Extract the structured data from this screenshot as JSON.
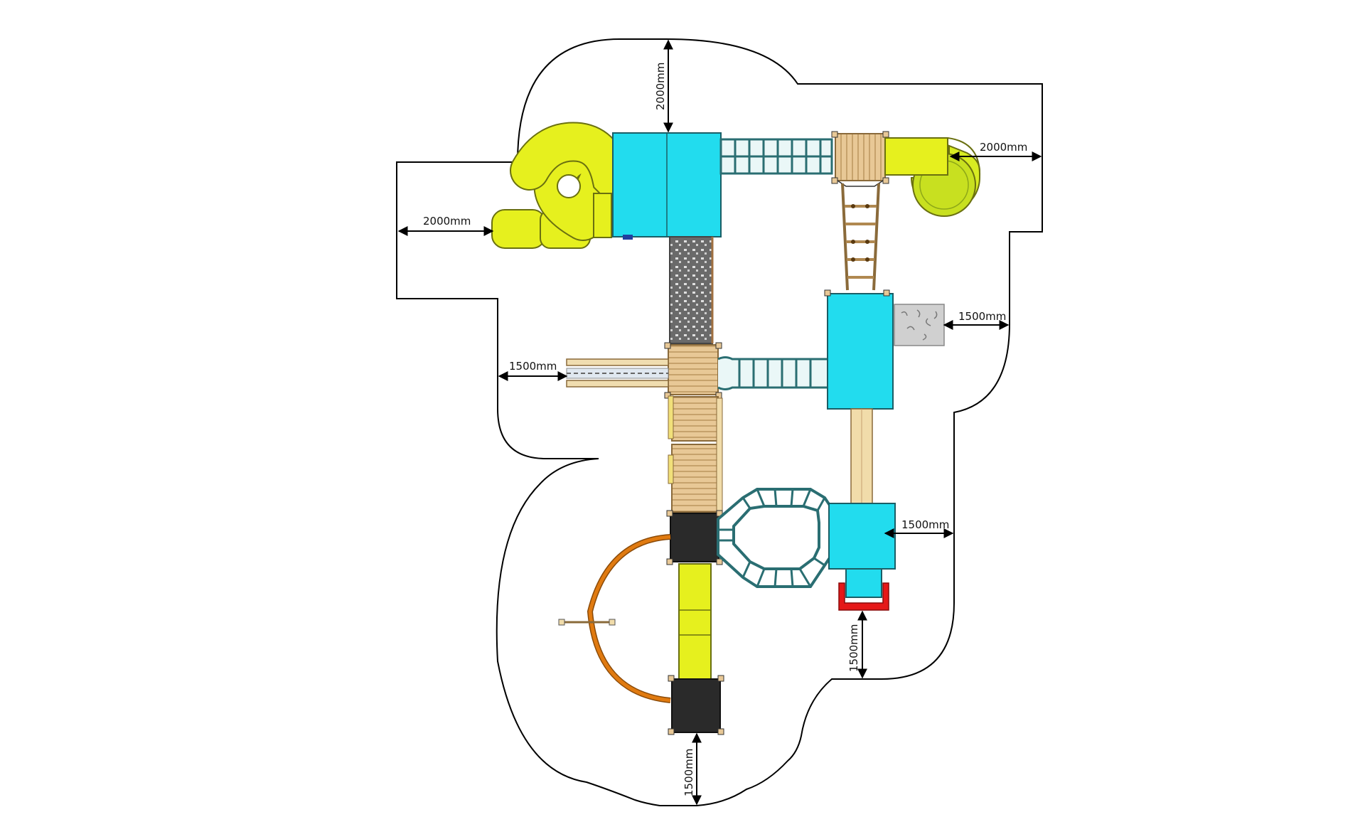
{
  "colors": {
    "outline": "#000000",
    "cyan": "#22dcee",
    "yellow": "#e6f01e",
    "yellow_slide": "#d8ec22",
    "wood": "#e8c896",
    "wood_dark": "#b08850",
    "net": "#2a6e72",
    "dark": "#2a2a2a",
    "orange": "#e07a10",
    "red": "#e51818",
    "grey_panel": "#d0d0d0"
  },
  "dimensions": {
    "top": "2000mm",
    "left_upper": "2000mm",
    "right_upper": "2000mm",
    "left_middle": "1500mm",
    "right_middle": "1500mm",
    "right_lower": "1500mm",
    "bottom_right": "1500mm",
    "bottom": "1500mm"
  }
}
